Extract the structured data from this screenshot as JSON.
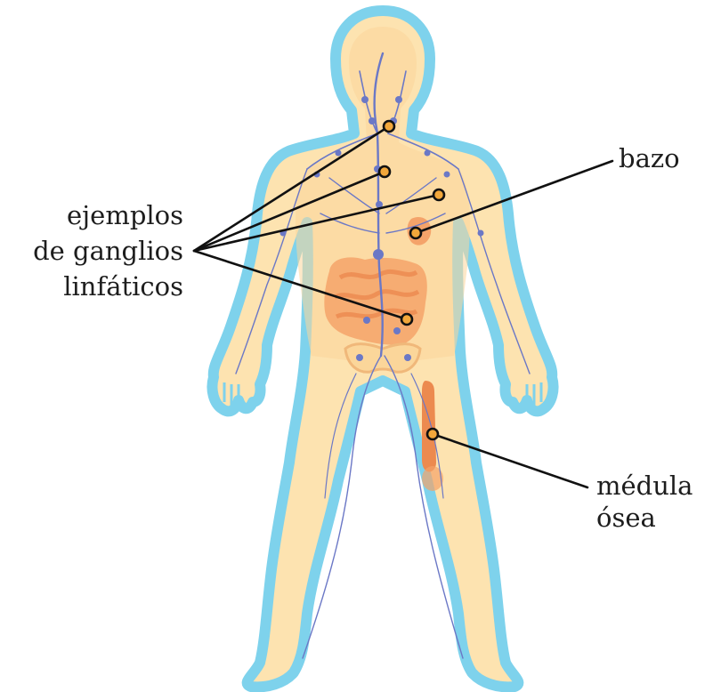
{
  "labels": {
    "lymph_nodes": {
      "line1": "ejemplos",
      "line2": "de ganglios",
      "line3": "linfáticos"
    },
    "spleen": "bazo",
    "bone_marrow": {
      "line1": "médula",
      "line2": "ósea"
    }
  },
  "colors": {
    "body_outline": "#7ed2ec",
    "body_fill": "#fde3b0",
    "body_inner": "#fbd69a",
    "organ": "#f4a36a",
    "organ_dark": "#ec8a4f",
    "lymph_vessels": "#6b78c6",
    "leader_lines": "#111111"
  }
}
